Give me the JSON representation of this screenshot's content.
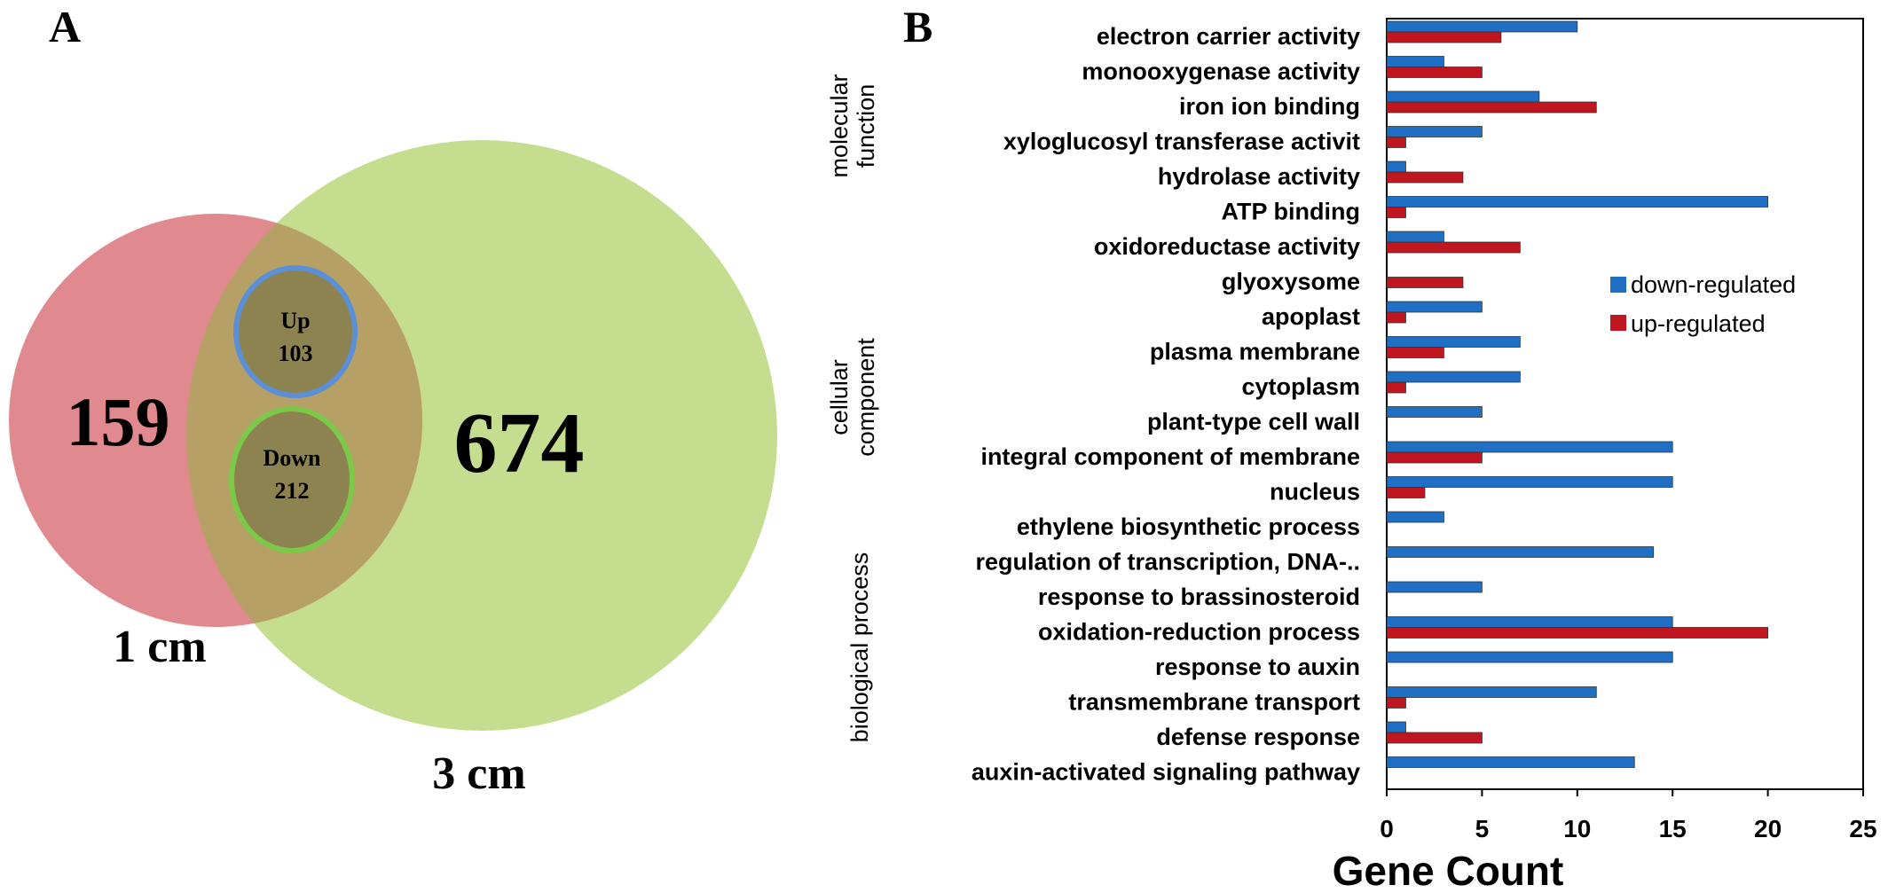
{
  "panels": {
    "a": "A",
    "b": "B"
  },
  "venn": {
    "set_1cm": {
      "label": "1 cm",
      "count": "159",
      "color": "#e08a8f"
    },
    "set_3cm": {
      "label": "3 cm",
      "count": "674",
      "color": "#c4dd8e"
    },
    "overlap_color": "#b7a066",
    "up": {
      "label": "Up",
      "count": "103",
      "ring_color": "#5b8fd6"
    },
    "down": {
      "label": "Down",
      "count": "212",
      "ring_color": "#7cc94a"
    },
    "inner_fill": "#8d8350"
  },
  "chart_data": {
    "type": "bar",
    "orientation": "horizontal",
    "xlabel": "Gene Count",
    "xlim": [
      0,
      25
    ],
    "xticks": [
      0,
      5,
      10,
      15,
      20,
      25
    ],
    "legend": {
      "placement": "right"
    },
    "groups": [
      {
        "name": "molecular\nfunction",
        "categories": [
          "electron carrier activity",
          "monooxygenase activity",
          "iron ion binding",
          "xyloglucosyl transferase activit",
          "hydrolase activity",
          "ATP binding",
          "oxidoreductase activity"
        ]
      },
      {
        "name": "cellular\ncomponent",
        "categories": [
          "glyoxysome",
          "apoplast",
          "plasma membrane",
          "cytoplasm",
          "plant-type cell wall",
          "integral component of membrane",
          "nucleus"
        ]
      },
      {
        "name": "biological process",
        "categories": [
          "ethylene biosynthetic process",
          "regulation of transcription, DNA-..",
          "response to brassinosteroid",
          "oxidation-reduction process",
          "response to auxin",
          "transmembrane transport",
          "defense response",
          "auxin-activated signaling pathway"
        ]
      }
    ],
    "categories": [
      "electron carrier activity",
      "monooxygenase activity",
      "iron ion binding",
      "xyloglucosyl transferase activit",
      "hydrolase activity",
      "ATP binding",
      "oxidoreductase activity",
      "glyoxysome",
      "apoplast",
      "plasma membrane",
      "cytoplasm",
      "plant-type cell wall",
      "integral component of membrane",
      "nucleus",
      "ethylene biosynthetic process",
      "regulation of transcription, DNA-..",
      "response to brassinosteroid",
      "oxidation-reduction process",
      "response to auxin",
      "transmembrane transport",
      "defense response",
      "auxin-activated signaling pathway"
    ],
    "series": [
      {
        "name": "down-regulated",
        "color": "#1f6fc5",
        "values": [
          10,
          3,
          8,
          5,
          1,
          20,
          3,
          0,
          5,
          7,
          7,
          5,
          15,
          15,
          3,
          14,
          5,
          15,
          15,
          11,
          1,
          13
        ]
      },
      {
        "name": "up-regulated",
        "color": "#c0161f",
        "values": [
          6,
          5,
          11,
          1,
          4,
          1,
          7,
          4,
          1,
          3,
          1,
          0,
          5,
          2,
          0,
          0,
          0,
          20,
          0,
          1,
          5,
          0
        ]
      }
    ]
  }
}
